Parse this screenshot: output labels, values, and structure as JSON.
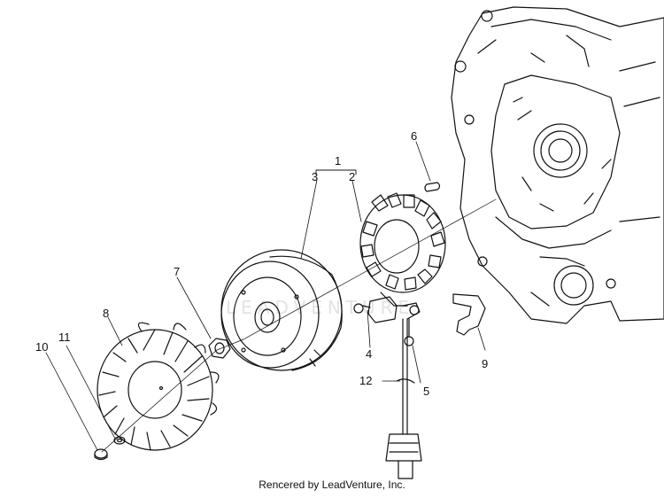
{
  "diagram": {
    "callouts": [
      {
        "id": "1",
        "label": "1"
      },
      {
        "id": "2",
        "label": "2"
      },
      {
        "id": "3",
        "label": "3"
      },
      {
        "id": "4",
        "label": "4"
      },
      {
        "id": "5",
        "label": "5"
      },
      {
        "id": "6",
        "label": "6"
      },
      {
        "id": "7",
        "label": "7"
      },
      {
        "id": "8",
        "label": "8"
      },
      {
        "id": "9",
        "label": "9"
      },
      {
        "id": "10",
        "label": "10"
      },
      {
        "id": "11",
        "label": "11"
      },
      {
        "id": "12",
        "label": "12"
      }
    ],
    "watermark": "LEADVENTURE",
    "credit": "Rencered by LeadVenture, Inc."
  },
  "colors": {
    "line": "#111111",
    "watermark": "#e3e3e3"
  }
}
